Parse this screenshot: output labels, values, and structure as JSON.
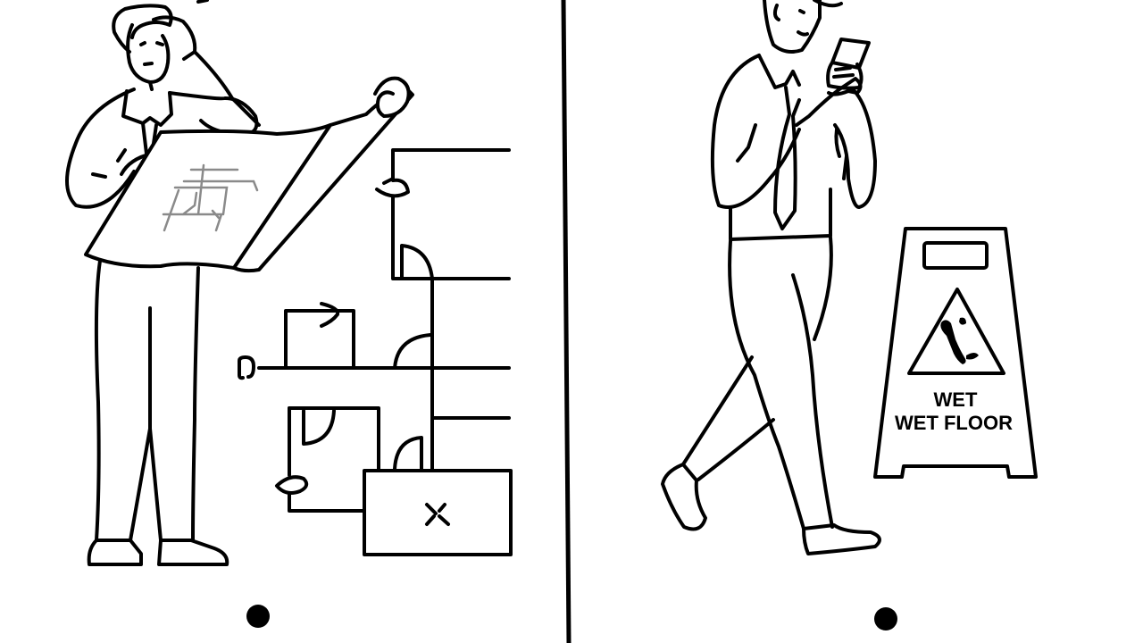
{
  "scene": {
    "description": "Two-panel black-and-white line illustration",
    "background_color": "#ffffff",
    "line_color": "#000000"
  },
  "left_panel": {
    "subject": "confused man holding a blueprint",
    "elements": [
      "man-scratching-head",
      "blueprint-scroll",
      "floor-plan-diagram"
    ],
    "bullet": "dot"
  },
  "divider": {
    "type": "vertical-line"
  },
  "right_panel": {
    "subject": "man walking while looking at phone",
    "elements": [
      "man-with-phone",
      "wet-floor-sign"
    ],
    "sign": {
      "line1": "WET",
      "line2": "WET FLOOR",
      "icon": "slipping-person-warning-icon"
    },
    "bullet": "dot"
  }
}
